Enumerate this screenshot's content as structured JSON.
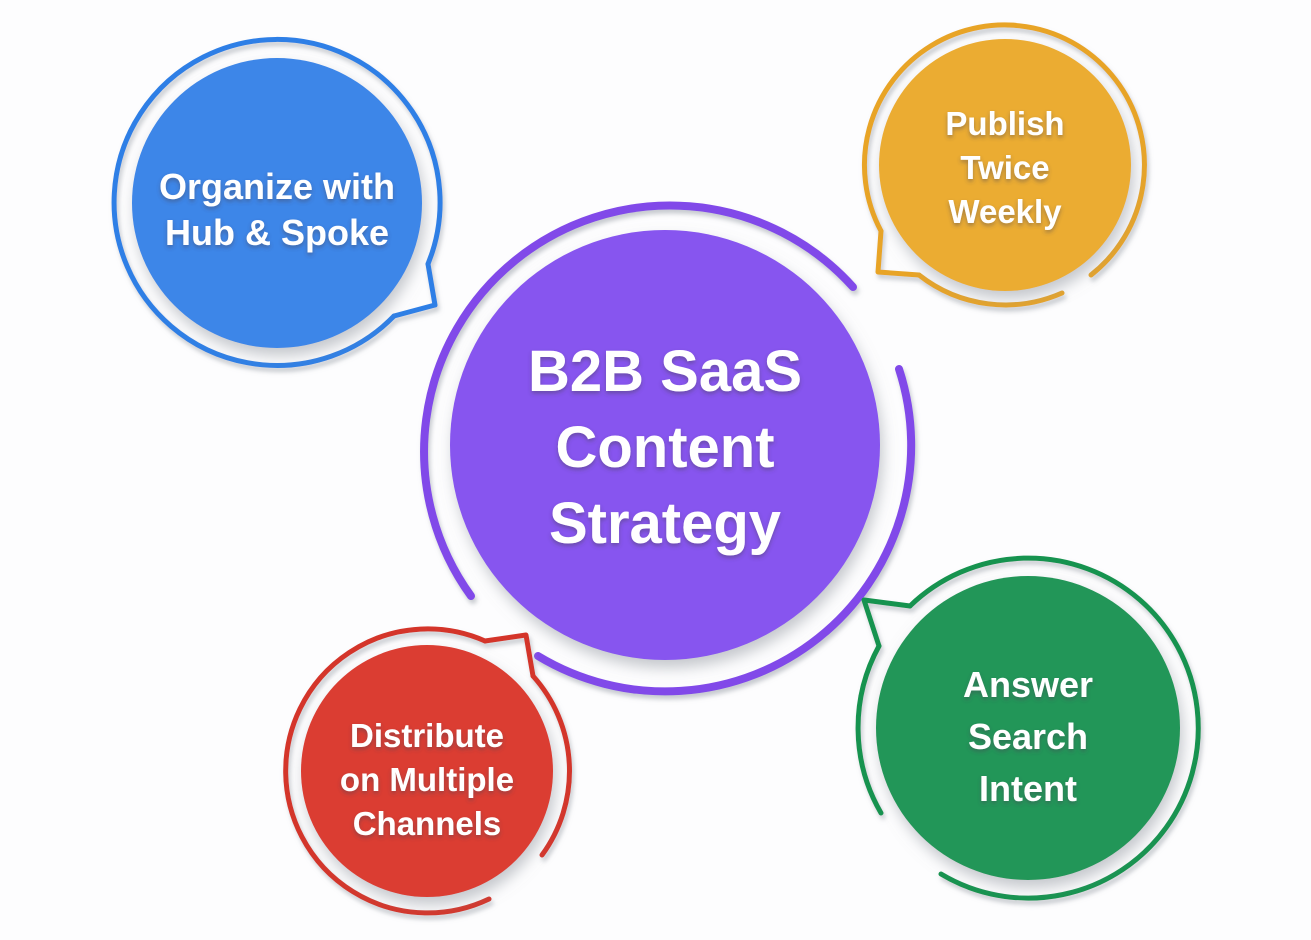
{
  "diagram": {
    "title": "B2B SaaS Content Strategy",
    "background_color": "#fdfdfe",
    "hub": {
      "id": "b2b-saas-content-strategy",
      "label": "B2B SaaS Content Strategy",
      "lines": [
        "B2B SaaS",
        "Content",
        "Strategy"
      ],
      "fill_color": "#8754ef",
      "ring_color": "#8148e9",
      "text_color": "#ffffff"
    },
    "nodes": [
      {
        "id": "organize-hub-spoke",
        "label": "Organize with Hub & Spoke",
        "lines": [
          "Organize with",
          "Hub & Spoke"
        ],
        "position": "top-left",
        "fill_color": "#3c86e8",
        "ring_color": "#2e7fe6",
        "text_color": "#ffffff"
      },
      {
        "id": "publish-twice-weekly",
        "label": "Publish Twice Weekly",
        "lines": [
          "Publish",
          "Twice",
          "Weekly"
        ],
        "position": "top-right",
        "fill_color": "#ebac33",
        "ring_color": "#e8a428",
        "text_color": "#ffffff"
      },
      {
        "id": "distribute-multiple-channels",
        "label": "Distribute on Multiple Channels",
        "lines": [
          "Distribute",
          "on Multiple",
          "Channels"
        ],
        "position": "bottom-left",
        "fill_color": "#db3c32",
        "ring_color": "#d43429",
        "text_color": "#ffffff"
      },
      {
        "id": "answer-search-intent",
        "label": "Answer Search Intent",
        "lines": [
          "Answer",
          "Search",
          "Intent"
        ],
        "position": "bottom-right",
        "fill_color": "#219658",
        "ring_color": "#14934f",
        "text_color": "#ffffff"
      }
    ]
  }
}
